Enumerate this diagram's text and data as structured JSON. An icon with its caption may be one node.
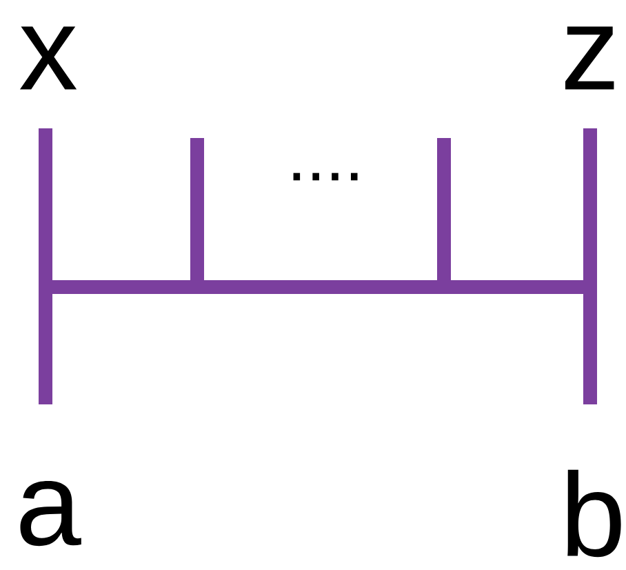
{
  "diagram": {
    "labels": [
      "x",
      "z",
      "....",
      "a",
      "b"
    ]
  }
}
